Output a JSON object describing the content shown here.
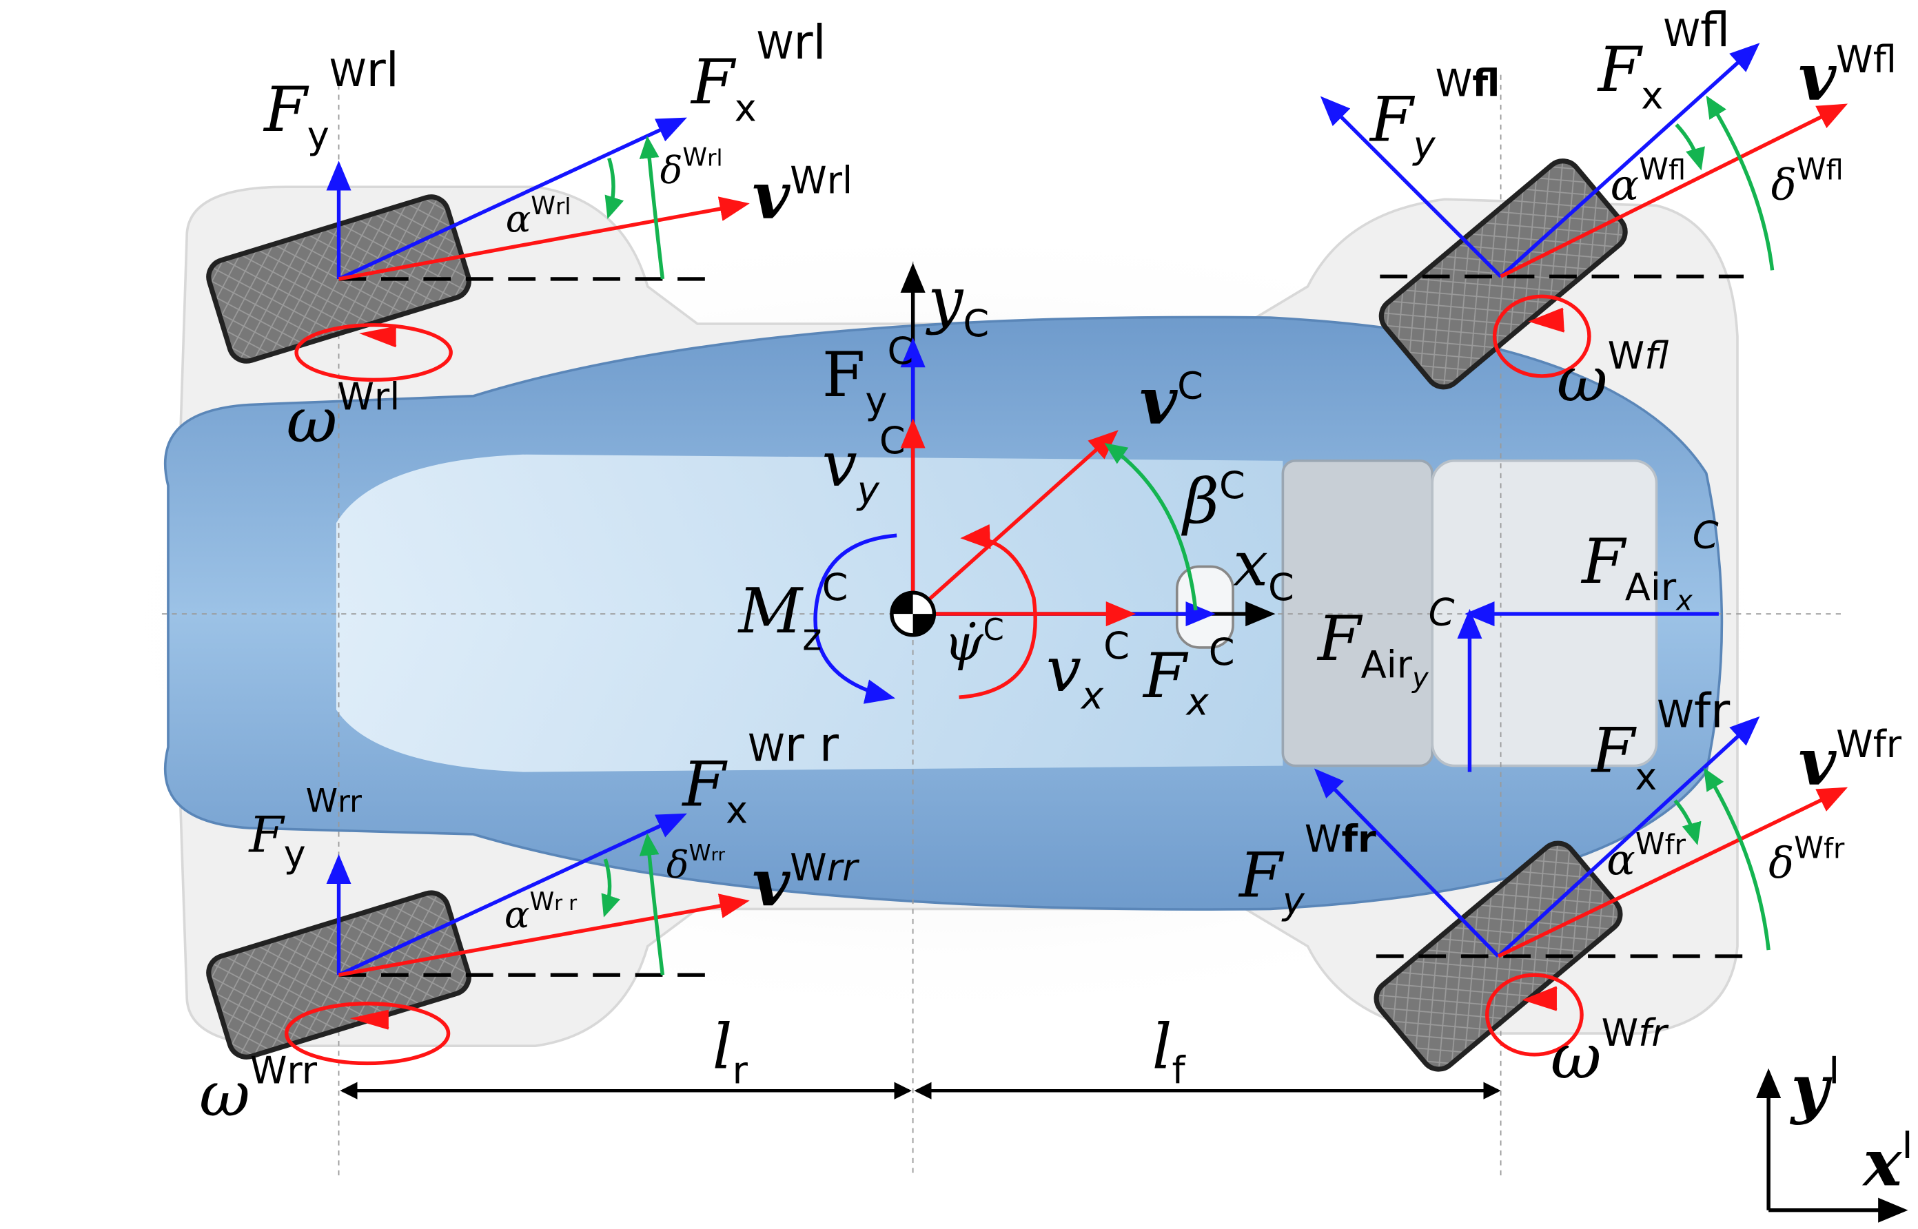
{
  "colors": {
    "force": "#1414ff",
    "velocity": "#ff1414",
    "angle": "#14b450",
    "axis": "#000000",
    "body_blue": "#7fa8d4",
    "body_light": "#cfe3f3",
    "wheel": "#707070"
  },
  "labels": {
    "rl": {
      "fy": "F",
      "fy_sub": "y",
      "fy_sup": "W",
      "fy_sup2": "rl",
      "fx": "F",
      "fx_sub": "x",
      "fx_sup": "W",
      "fx_sup2": "rl",
      "alpha": "α",
      "alpha_sup": "W",
      "alpha_sup2": "rl",
      "delta": "δ",
      "delta_sup": "W",
      "delta_sup2": "rl",
      "v": "v",
      "v_sup": "W",
      "v_sup2": "rl",
      "omega": "ω",
      "omega_sup": "W",
      "omega_sup2": "rl"
    },
    "rr": {
      "fy": "F",
      "fy_sub": "y",
      "fy_sup": "W",
      "fy_sup2": "rr",
      "fx": "F",
      "fx_sub": "x",
      "fx_sup": "W",
      "fx_sup2": "r r",
      "alpha": "α",
      "alpha_sup": "W",
      "alpha_sup2": "r r",
      "delta": "δ",
      "delta_sup": "W",
      "delta_sup2": "rr",
      "v": "v",
      "v_sup": "W",
      "v_sup2": "rr",
      "omega": "ω",
      "omega_sup": "W",
      "omega_sup2": "rr"
    },
    "fl": {
      "fy": "F",
      "fy_sub": "y",
      "fy_sup": "W",
      "fy_sup2": "fl",
      "fx": "F",
      "fx_sub": "x",
      "fx_sup": "W",
      "fx_sup2": "fl",
      "alpha": "α",
      "alpha_sup": "W",
      "alpha_sup2": "fl",
      "delta": "δ",
      "delta_sup": "W",
      "delta_sup2": "fl",
      "v": "v",
      "v_sup": "W",
      "v_sup2": "fl",
      "omega": "ω",
      "omega_sup": "W",
      "omega_sup2": "fl"
    },
    "fr": {
      "fy": "F",
      "fy_sub": "y",
      "fy_sup": "W",
      "fy_sup2": "fr",
      "fx": "F",
      "fx_sub": "x",
      "fx_sup": "W",
      "fx_sup2": "fr",
      "alpha": "α",
      "alpha_sup": "W",
      "alpha_sup2": "fr",
      "delta": "δ",
      "delta_sup": "W",
      "delta_sup2": "fr",
      "v": "v",
      "v_sup": "W",
      "v_sup2": "fr",
      "omega": "ω",
      "omega_sup": "W",
      "omega_sup2": "fr"
    },
    "center": {
      "yc": "y",
      "yc_sub": "C",
      "xc": "x",
      "xc_sub": "C",
      "fyc": "F",
      "fyc_sub": "y",
      "fyc_sup": "C",
      "vyc": "v",
      "vyc_sub": "y",
      "vyc_sup": "C",
      "vc": "v",
      "vc_sup": "C",
      "beta": "β",
      "beta_sup": "C",
      "mz": "M",
      "mz_sub": "z",
      "mz_sup": "C",
      "psi": "ψ̇",
      "psi_sup": "C",
      "vxc": "v",
      "vxc_sub": "x",
      "vxc_sup": "C",
      "fxc": "F",
      "fxc_sub": "x",
      "fxc_sup": "C",
      "fairx": "F",
      "fairx_sub": "Air",
      "fairx_subsub": "x",
      "fairx_sup": "C",
      "fairy": "F",
      "fairy_sub": "Air",
      "fairy_subsub": "y",
      "fairy_sup": "C"
    },
    "dims": {
      "lr": "l",
      "lr_sub": "r",
      "lf": "l",
      "lf_sub": "f"
    },
    "inertial": {
      "yi": "y",
      "yi_sup": "I",
      "xi": "x",
      "xi_sup": "I"
    }
  }
}
